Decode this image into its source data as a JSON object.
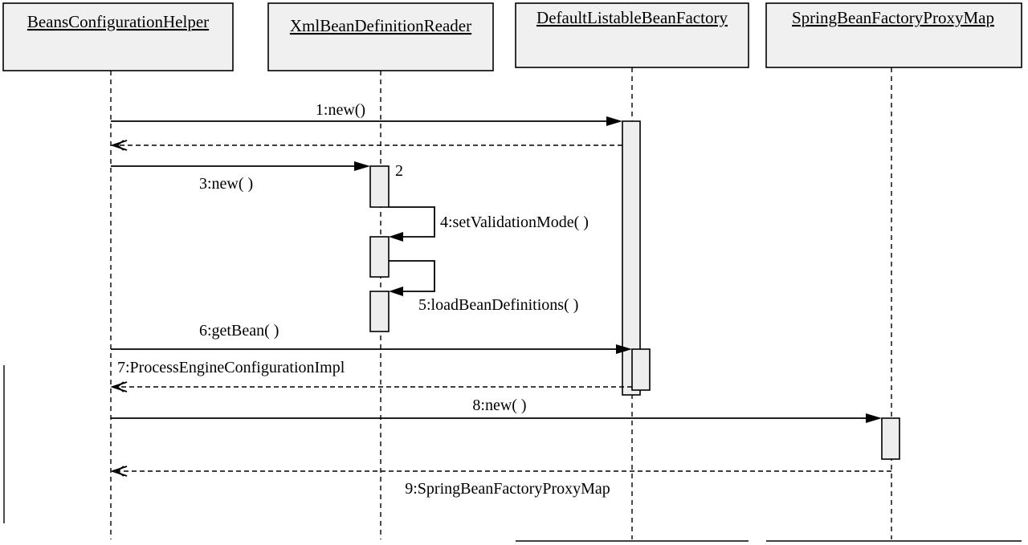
{
  "participants": [
    {
      "id": "p1",
      "name": "BeansConfigurationHelper"
    },
    {
      "id": "p2",
      "name": "XmlBeanDefinitionReader"
    },
    {
      "id": "p3",
      "name": "DefaultListableBeanFactory"
    },
    {
      "id": "p4",
      "name": "SpringBeanFactoryProxyMap"
    }
  ],
  "messages": [
    {
      "id": "m1",
      "label": "1:new()"
    },
    {
      "id": "m2",
      "label": "2"
    },
    {
      "id": "m3",
      "label": "3:new( )"
    },
    {
      "id": "m4",
      "label": "4:setValidationMode( )"
    },
    {
      "id": "m5",
      "label": "5:loadBeanDefinitions( )"
    },
    {
      "id": "m6",
      "label": "6:getBean( )"
    },
    {
      "id": "m7",
      "label": "7:ProcessEngineConfigurationImpl"
    },
    {
      "id": "m8",
      "label": "8:new( )"
    },
    {
      "id": "m9",
      "label": "9:SpringBeanFactoryProxyMap"
    }
  ]
}
